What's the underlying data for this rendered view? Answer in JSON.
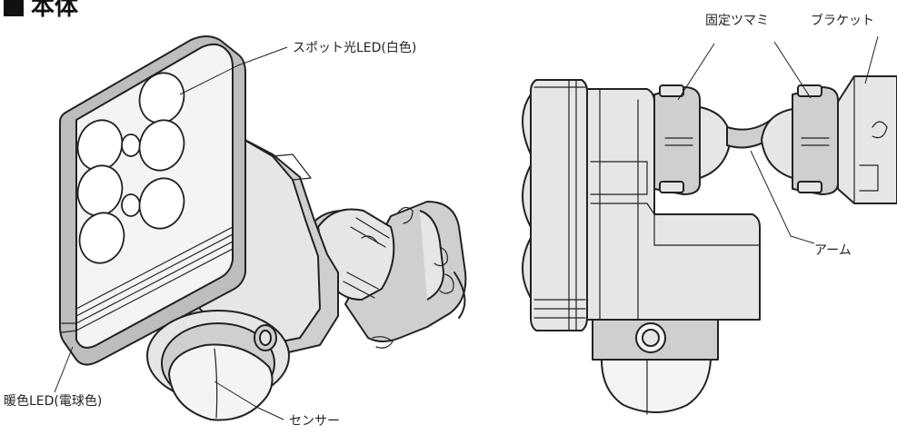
{
  "title": "本体",
  "labels": {
    "spot_led": "スポット光LED(白色)",
    "warm_led": "暖色LED(電球色)",
    "sensor": "センサー",
    "knob": "固定ツマミ",
    "bracket": "ブラケット",
    "arm": "アーム"
  }
}
